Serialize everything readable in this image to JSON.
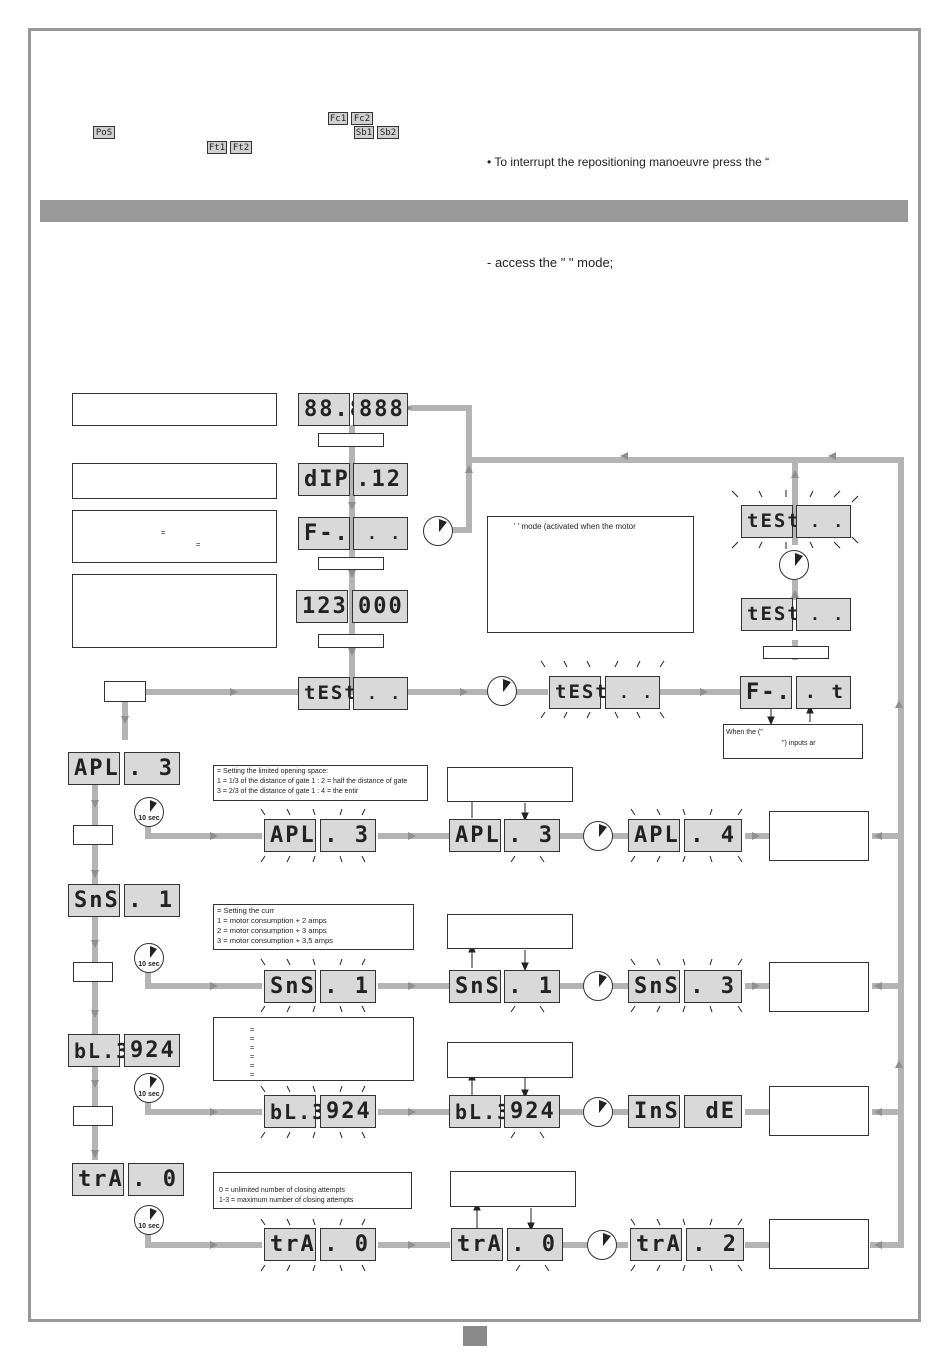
{
  "header": {
    "repositioning_note": "• To interrupt the repositioning manoeuvre press the “",
    "access_line": "-  access the \"       \" mode;",
    "inline_codes": [
      "Fc1",
      "Fc2",
      "PoS",
      "Sb1",
      "Sb2",
      "Ft1",
      "Ft2"
    ]
  },
  "displays": {
    "top_left": "88.8",
    "top_right": "888",
    "dip_left": "dIP",
    "dip_right": ".12",
    "fc_left": "F-.",
    "fc_right": ". .",
    "n123_left": "123",
    "n123_right": "000",
    "test_main_left": "tESt",
    "test_main_right": ". .",
    "test_mid_left": "tESt",
    "test_mid_right": ". .",
    "test_r1_left": "tESt",
    "test_r1_right": ". .",
    "test_r2_left": "tESt",
    "test_r2_right": ". .",
    "fr_left": "F-.",
    "fr_right": ". t",
    "apl_left": "APL",
    "apl_right": ". 3",
    "apl_blink_left": "APL",
    "apl_blink_right": ". 3",
    "apl_sel_left": "APL",
    "apl_sel_right": ". 3",
    "apl_new_left": "APL",
    "apl_new_right": ". 4",
    "sns_left": "SnS",
    "sns_right": ". 1",
    "sns_blink_left": "SnS",
    "sns_blink_right": ". 1",
    "sns_sel_left": "SnS",
    "sns_sel_right": ". 1",
    "sns_new_left": "SnS",
    "sns_new_right": ". 3",
    "bl_left": "bL.3",
    "bl_right": "924",
    "bl_blink_left": "bL.3",
    "bl_blink_right": "924",
    "bl_sel_left": "bL.3",
    "bl_sel_right": "924",
    "ins_left": "InS",
    "ins_right": "dE",
    "tra_left": "trA",
    "tra_right": ". 0",
    "tra_blink_left": "trA",
    "tra_blink_right": ". 0",
    "tra_sel_left": "trA",
    "tra_sel_right": ". 0",
    "tra_new_left": "trA",
    "tra_new_right": ". 2"
  },
  "notes": {
    "test_mode": "'      ' mode (activated when the motor",
    "inputs": "When the (\"",
    "inputs2": "\") inputs ar",
    "apl_1": "    = Setting the limited opening space:",
    "apl_2": "1 = 1/3 of the distance of gate 1  :  2 = half the distance of gate",
    "apl_3": "3 = 2/3 of the distance of gate 1 : 4 =  the entir",
    "sns_1": "     = Setting the curr",
    "sns_2": "1 = motor consumption + 2 amps",
    "sns_3": "2 = motor consumption + 3 amps",
    "sns_4": "3 = motor consumption + 3,5 amps",
    "bl_eq": "=",
    "tra_1": "0 = unlimited number of closing attempts",
    "tra_2": "1-3 = maximum number of closing attempts",
    "eq_a": "=",
    "eq_b": "="
  },
  "timers": {
    "ten_sec": "10 sec"
  },
  "colors": {
    "wire": "#b4b4b4",
    "lcd_bg": "#d9d9d9",
    "band": "#9a9a9a",
    "frame": "#999999"
  }
}
